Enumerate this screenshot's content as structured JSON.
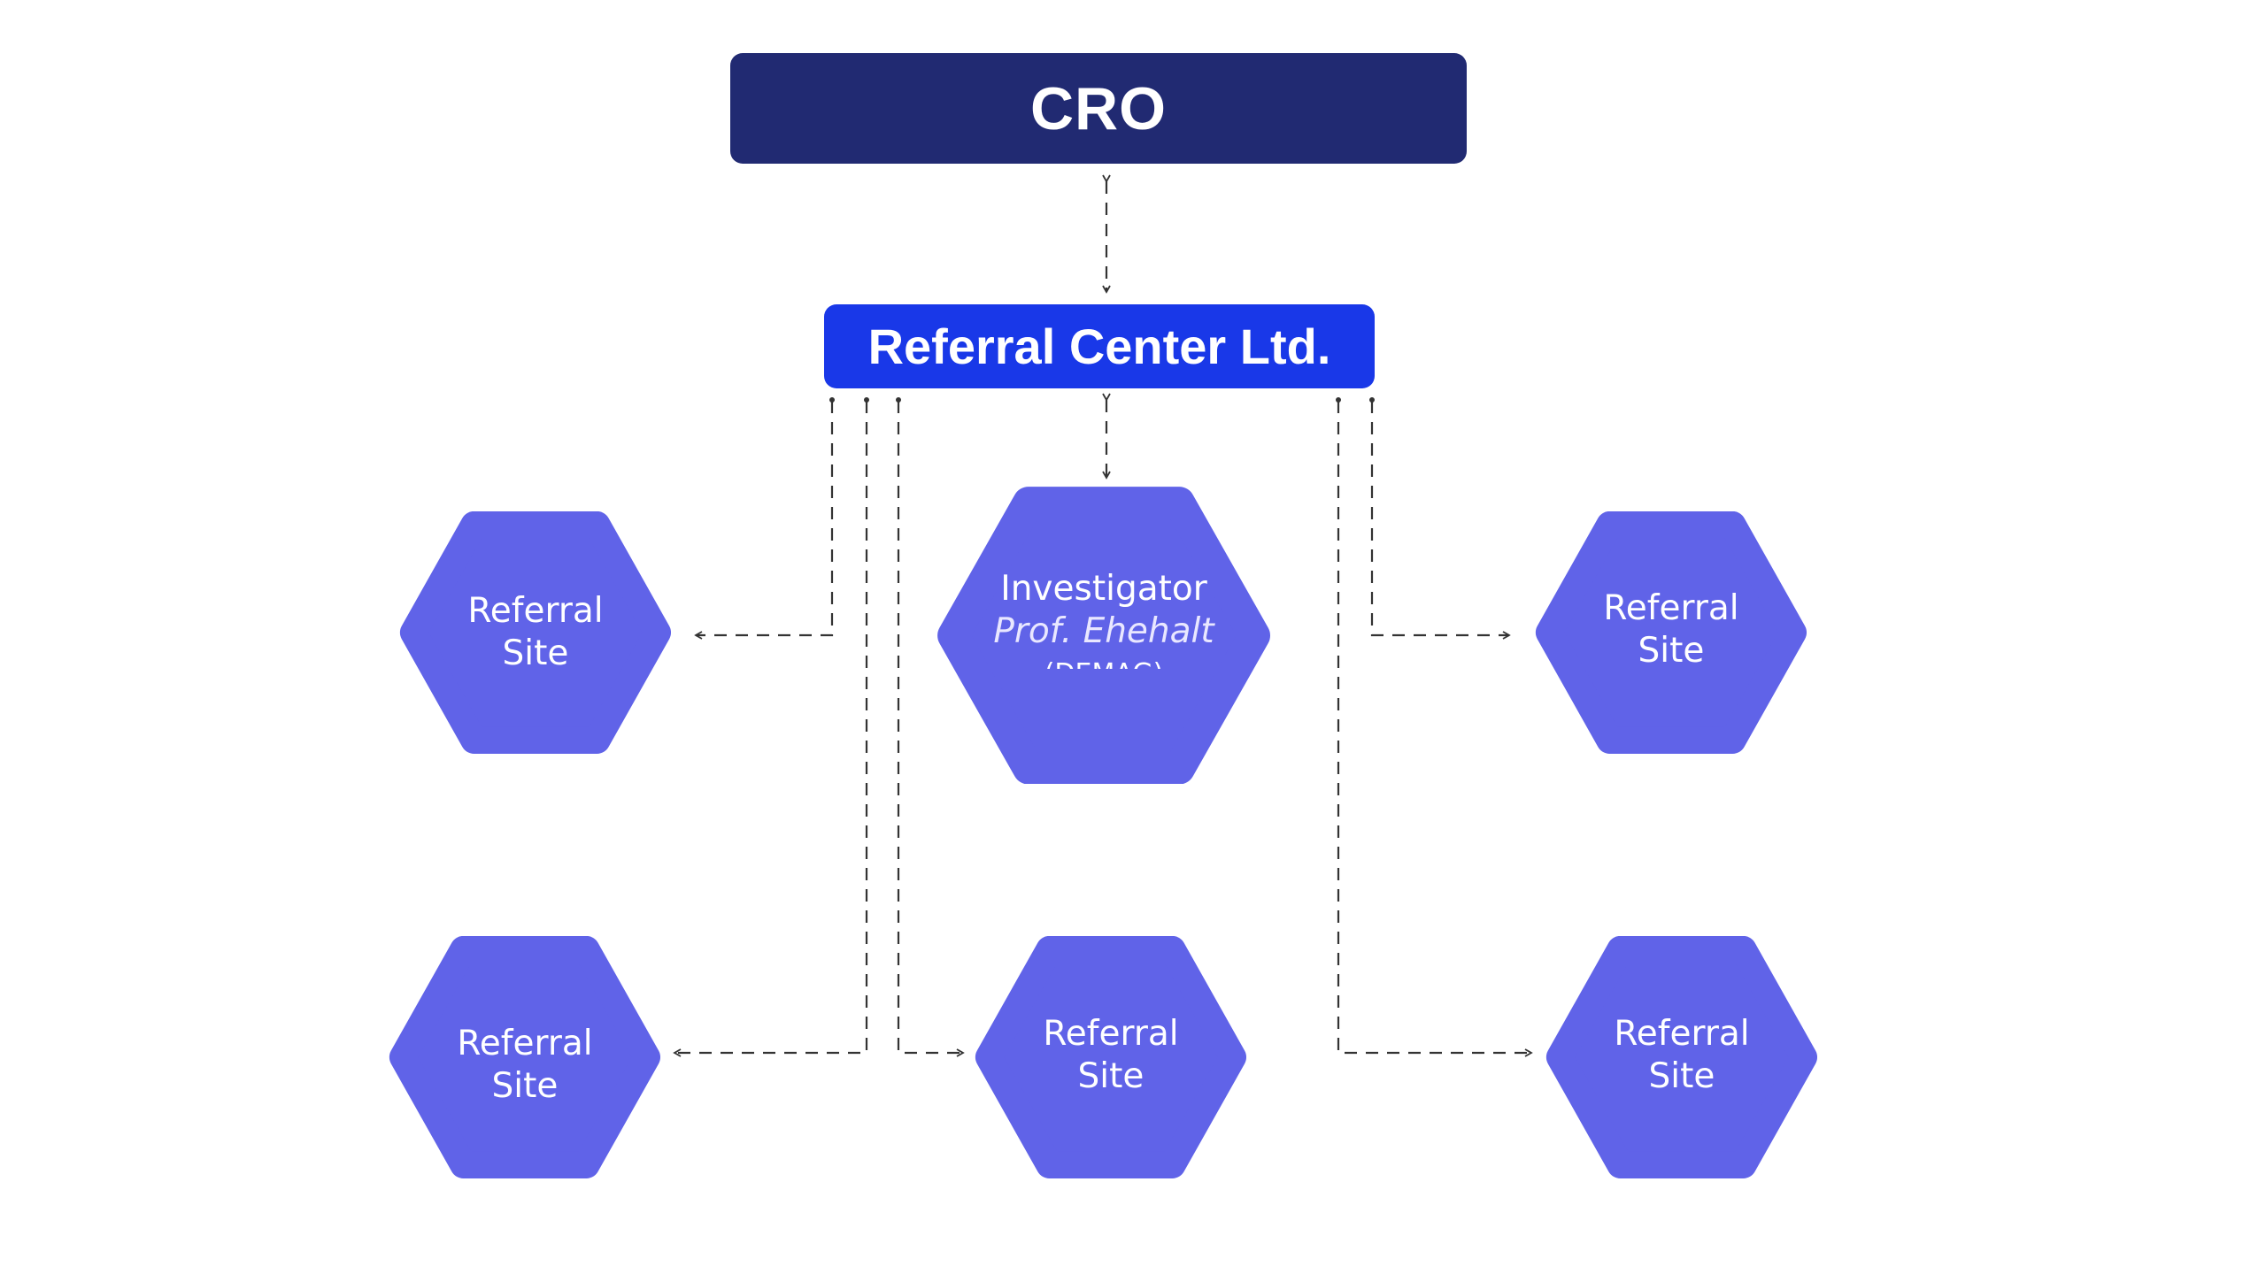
{
  "colors": {
    "cro_box": "#212a72",
    "referral_center_box": "#1938e8",
    "hexagon": "#6063e8",
    "connector": "#333333",
    "text": "#ffffff"
  },
  "cro": {
    "label": "CRO"
  },
  "referral_center": {
    "label": "Referral Center Ltd."
  },
  "investigator": {
    "title": "Investigator",
    "name": "Prof. Ehehalt",
    "extra": "(DEMAG)"
  },
  "referral_site_label": {
    "line1": "Referral",
    "line2": "Site"
  },
  "icons": {
    "connector_arrow": "arrow-head-icon",
    "connector_origin": "dot-icon"
  }
}
